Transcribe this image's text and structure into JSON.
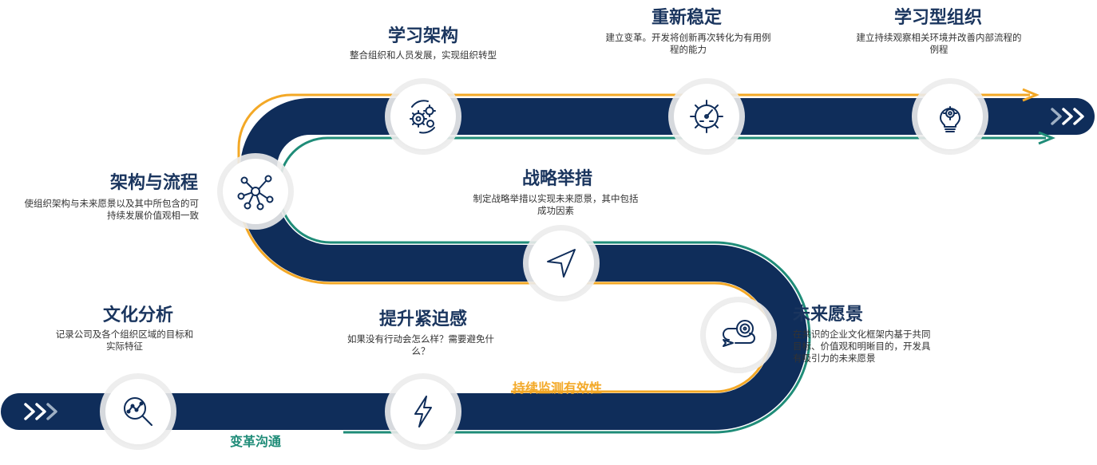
{
  "steps": [
    {
      "key": "culture",
      "title": "文化分析",
      "desc": "记录公司及各个组织区域的目标和实际特征",
      "icon": "analysis-search-icon"
    },
    {
      "key": "urgency",
      "title": "提升紧迫感",
      "desc": "如果没有行动会怎么样？需要避免什么？",
      "icon": "lightning-icon"
    },
    {
      "key": "vision",
      "title": "未来愿景",
      "desc": "在共识的企业文化框架内基于共同目标、价值观和明晰目的，开发具有吸引力的未来愿景",
      "icon": "target-arrow-icon"
    },
    {
      "key": "strategy",
      "title": "战略举措",
      "desc": "制定战略举措以实现未来愿景，其中包括成功因素",
      "icon": "navigation-arrow-icon"
    },
    {
      "key": "process",
      "title": "架构与流程",
      "desc": "使组织架构与未来愿景以及其中所包含的可持续发展价值观相一致",
      "icon": "network-icon"
    },
    {
      "key": "architect",
      "title": "学习架构",
      "desc": "整合组织和人员发展，实现组织转型",
      "icon": "gears-cycle-icon"
    },
    {
      "key": "stabilize",
      "title": "重新稳定",
      "desc": "建立变革。开发将创新再次转化为有用例程的能力",
      "icon": "gauge-gear-icon"
    },
    {
      "key": "learning",
      "title": "学习型组织",
      "desc": "建立持续观察相关环境并改善内部流程的例程",
      "icon": "brain-gear-icon"
    }
  ],
  "labels": {
    "monitor": "持续监测有效性",
    "communication": "变革沟通"
  },
  "colors": {
    "road": "#0f2d5a",
    "orange": "#f3a826",
    "teal": "#1f8c78",
    "title": "#1a355e",
    "chevron_light": "#9fb0c4"
  }
}
